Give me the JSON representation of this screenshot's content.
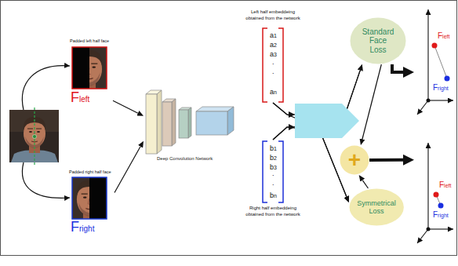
{
  "diagram": {
    "nodes": [
      {
        "text": [
          "Padded left half face",
          "Fleft"
        ]
      },
      {
        "text": [
          "Padded right half face",
          "Fright"
        ]
      },
      {
        "text": [
          "Deep Convolution Network"
        ]
      },
      {
        "text": [
          "Left half embeddeing obtained from the network",
          "a1",
          "a2",
          "a3",
          ".",
          ".",
          "an"
        ]
      },
      {
        "text": [
          "Right half embeddeing obtained from the network",
          "b1",
          "b2",
          "b3",
          ".",
          ".",
          "bn"
        ]
      },
      {
        "text": [
          "Standard Face Loss"
        ]
      },
      {
        "text": [
          "Symmetrical Loss"
        ]
      },
      {
        "text": [
          "+"
        ]
      },
      {
        "text": [
          "Fleft",
          "Fright"
        ]
      },
      {
        "text": [
          "Fleft",
          "Fright"
        ]
      }
    ],
    "edges": [
      {
        "from": 0,
        "to": 2,
        "arrow": "to"
      },
      {
        "from": 1,
        "to": 2,
        "arrow": "to"
      },
      {
        "from": 3,
        "to": 5,
        "arrow": "to"
      },
      {
        "from": 4,
        "to": 5,
        "arrow": "to"
      },
      {
        "from": 3,
        "to": 6,
        "arrow": "to"
      },
      {
        "from": 4,
        "to": 6,
        "arrow": "to"
      },
      {
        "from": 5,
        "to": 7,
        "arrow": "to"
      },
      {
        "from": 6,
        "to": 7,
        "arrow": "to"
      },
      {
        "from": 5,
        "to": 8,
        "arrow": "to"
      },
      {
        "from": 7,
        "to": 9,
        "arrow": "to"
      }
    ]
  }
}
